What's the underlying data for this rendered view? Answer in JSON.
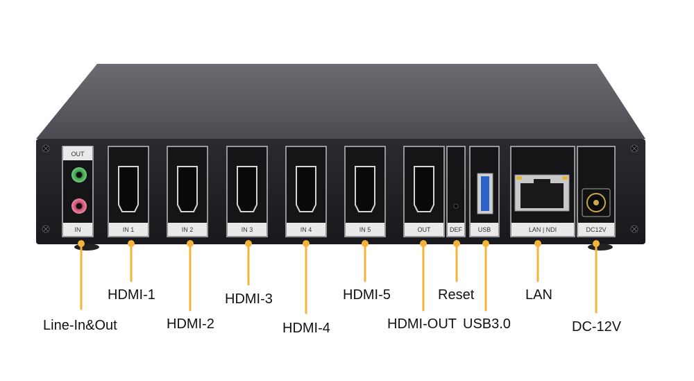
{
  "device": {
    "body_color": "#3b3d43",
    "top_color": "#5a5c62",
    "panel_color": "#1c1d21",
    "label_strip_color": "#e9e9ea",
    "pointer_color": "#f5b33a",
    "ports": [
      {
        "top_label": "OUT",
        "bottom_label": "IN",
        "type": "audio"
      },
      {
        "top_label": "",
        "bottom_label": "IN 1",
        "type": "hdmi"
      },
      {
        "top_label": "",
        "bottom_label": "IN 2",
        "type": "hdmi"
      },
      {
        "top_label": "",
        "bottom_label": "IN 3",
        "type": "hdmi"
      },
      {
        "top_label": "",
        "bottom_label": "IN 4",
        "type": "hdmi"
      },
      {
        "top_label": "",
        "bottom_label": "IN 5",
        "type": "hdmi"
      },
      {
        "top_label": "",
        "bottom_label": "OUT",
        "type": "hdmi"
      },
      {
        "top_label": "",
        "bottom_label": "DEF",
        "type": "reset"
      },
      {
        "top_label": "",
        "bottom_label": "USB",
        "type": "usb"
      },
      {
        "top_label": "",
        "bottom_label": "LAN | NDI",
        "type": "lan"
      },
      {
        "top_label": "",
        "bottom_label": "DC12V",
        "type": "dc"
      }
    ]
  },
  "callouts": [
    {
      "text": "Line-In&Out"
    },
    {
      "text": "HDMI-1"
    },
    {
      "text": "HDMI-2"
    },
    {
      "text": "HDMI-3"
    },
    {
      "text": "HDMI-4"
    },
    {
      "text": "HDMI-5"
    },
    {
      "text": "HDMI-OUT"
    },
    {
      "text": "Reset"
    },
    {
      "text": "USB3.0"
    },
    {
      "text": "LAN"
    },
    {
      "text": "DC-12V"
    }
  ]
}
